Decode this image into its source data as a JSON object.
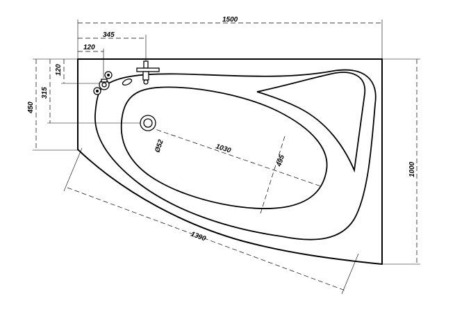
{
  "dimensions": {
    "overall_width": "1500",
    "tap_offset": "345",
    "control_offset": "120",
    "control_height": "120",
    "drain_height": "315",
    "left_depth": "450",
    "right_depth": "1000",
    "inner_length": "1030",
    "inner_width": "495",
    "drain_diameter": "Ø52",
    "front_length": "1390"
  }
}
